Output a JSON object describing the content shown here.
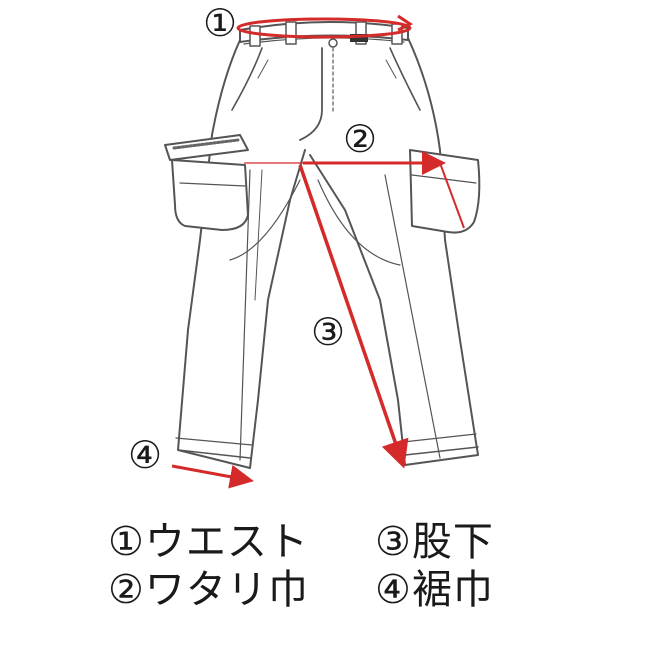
{
  "markers": {
    "m1": "①",
    "m2": "②",
    "m3": "③",
    "m4": "④"
  },
  "legend": {
    "item1": "①ウエスト",
    "item2": "②ワタリ巾",
    "item3": "③股下",
    "item4": "④裾巾"
  },
  "colors": {
    "measure_line": "#d42a2a",
    "outline": "#555555"
  }
}
